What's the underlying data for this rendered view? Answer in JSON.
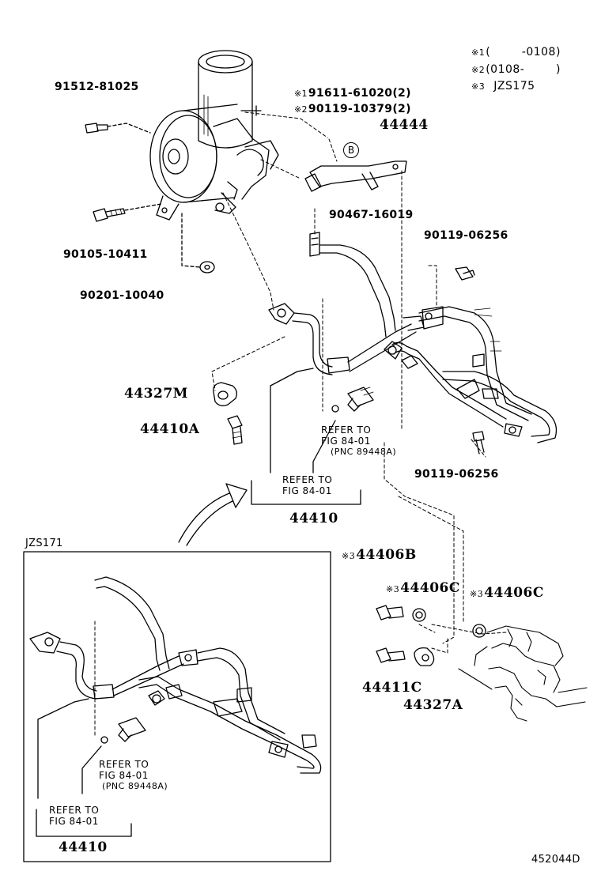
{
  "footnotes": {
    "n1": {
      "mark": "※1",
      "text": "(        -0108)"
    },
    "n2": {
      "mark": "※2",
      "text": "(0108-        )"
    },
    "n3": {
      "mark": "※3",
      "text": "JZS175"
    }
  },
  "parts": {
    "p91512": "91512-81025",
    "p91611": {
      "mark": "※1",
      "text": "91611-61020(2)"
    },
    "p90119a": {
      "mark": "※2",
      "text": "90119-10379(2)"
    },
    "p44444": "44444",
    "pB": "B",
    "p90467": "90467-16019",
    "p90105": "90105-10411",
    "p90201": "90201-10040",
    "p90119b": "90119-06256",
    "p44327M": "44327M",
    "p44410A": "44410A",
    "p90119c": "90119-06256",
    "p44410": "44410",
    "p44406B": {
      "mark": "※3",
      "text": "44406B"
    },
    "p44406C1": {
      "mark": "※3",
      "text": "44406C"
    },
    "p44406C2": {
      "mark": "※3",
      "text": "44406C"
    },
    "p44411C": "44411C",
    "p44327A": "44327A",
    "p44410_inset": "44410"
  },
  "refs": {
    "r1": {
      "l1": "REFER TO",
      "l2": "FIG 84-01",
      "l3": "(PNC 89448A)"
    },
    "r2": {
      "l1": "REFER TO",
      "l2": "FIG 84-01"
    },
    "r3": {
      "l1": "REFER TO",
      "l2": "FIG 84-01",
      "l3": "(PNC 89448A)"
    },
    "r4": {
      "l1": "REFER TO",
      "l2": "FIG 84-01"
    }
  },
  "inset_label": "JZS171",
  "catalog_number": "452044D"
}
